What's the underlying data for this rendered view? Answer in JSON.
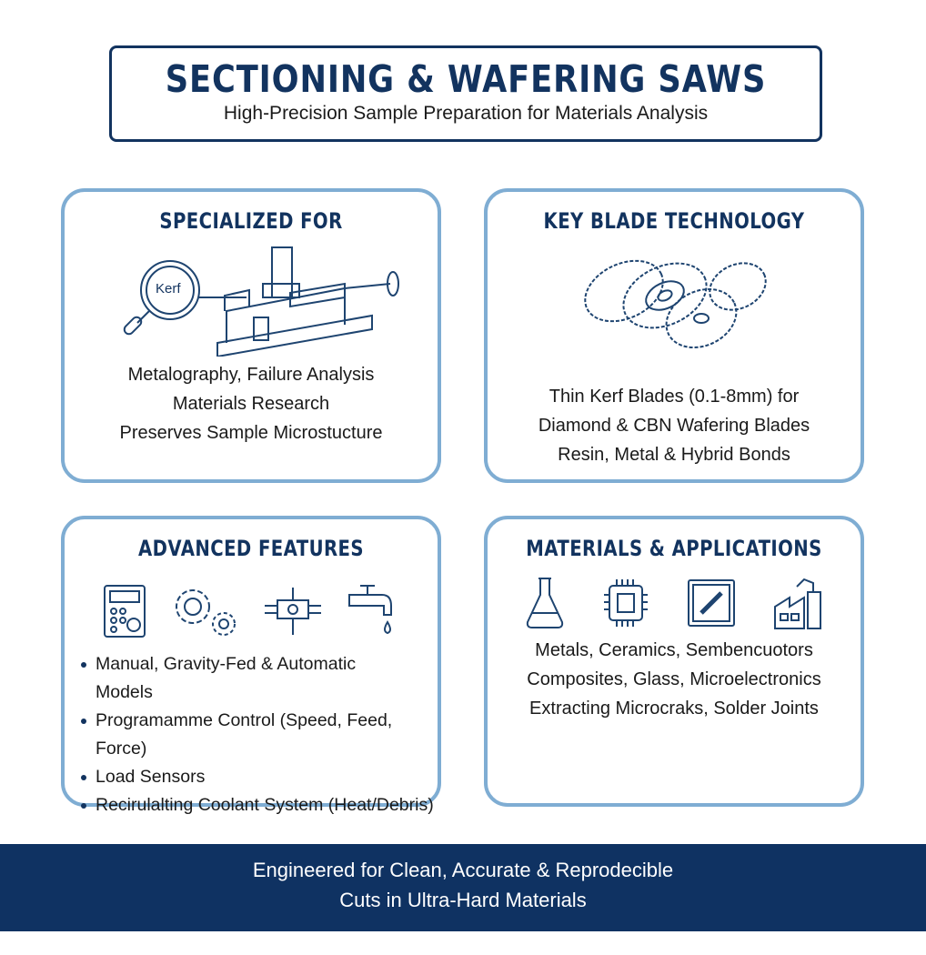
{
  "header": {
    "title": "SECTIONING & WAFERING SAWS",
    "subtitle": "High-Precision Sample Preparation for Materials Analysis"
  },
  "cards": {
    "specialized": {
      "title": "SPECIALIZED FOR",
      "magnifier_label": "Kerf",
      "lines": [
        "Metalography, Failure Analysis",
        "Materials Research",
        "Preserves Sample Microstucture"
      ]
    },
    "blade": {
      "title": "KEY BLADE TECHNOLOGY",
      "lines": [
        "Thin Kerf Blades (0.1-8mm) for",
        "Diamond & CBN Wafering Blades",
        "Resin, Metal & Hybrid Bonds"
      ]
    },
    "features": {
      "title": "ADVANCED FEATURES",
      "icons": [
        "control-panel-icon",
        "gears-icon",
        "load-sensor-icon",
        "coolant-tap-icon"
      ],
      "bullets": [
        "Manual, Gravity-Fed & Automatic Models",
        "Programamme Control (Speed, Feed, Force)",
        "Load Sensors",
        "Recirulalting Coolant System (Heat/Debris)"
      ]
    },
    "materials": {
      "title": "MATERIALS & APPLICATIONS",
      "icons": [
        "flask-icon",
        "chip-icon",
        "glass-panel-icon",
        "factory-icon"
      ],
      "lines": [
        "Metals, Ceramics, Sembencuotors",
        "Composites, Glass, Microelectronics",
        "Extracting Microcraks, Solder Joints"
      ]
    }
  },
  "footer": {
    "line1": "Engineered for Clean, Accurate & Reprodecible",
    "line2": "Cuts in Ultra-Hard Materials"
  },
  "colors": {
    "navy": "#12335f",
    "card_border": "#7fadd3",
    "footer_bg": "#0f3262"
  }
}
